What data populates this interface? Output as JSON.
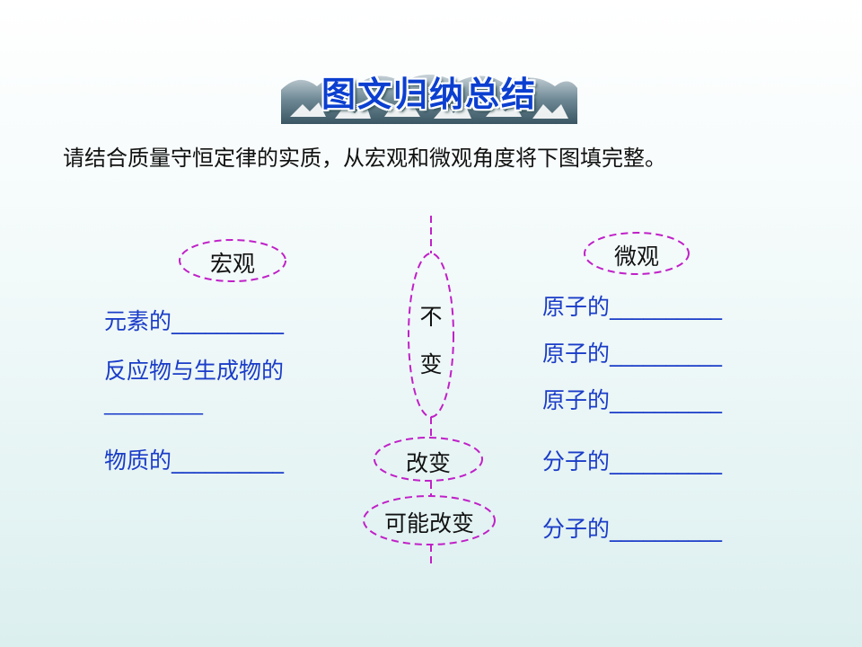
{
  "title": "图文归纳总结",
  "instruction": "请结合质量守恒定律的实质，从宏观和微观角度将下图填完整。",
  "left": {
    "header": "宏观",
    "items": [
      "元素的__________",
      "反应物与生成物的",
      "__________",
      "物质的__________"
    ]
  },
  "center": {
    "unchanged_top": "不",
    "unchanged_bottom": "变",
    "changed": "改变",
    "may_change": "可能改变"
  },
  "right": {
    "header": "微观",
    "items": [
      "原子的__________",
      "原子的__________",
      "原子的__________",
      "分子的__________",
      "分子的__________"
    ]
  },
  "colors": {
    "title": "#0b3fd0",
    "text_blue": "#1a3cc8",
    "dashed": "#c020c8"
  }
}
